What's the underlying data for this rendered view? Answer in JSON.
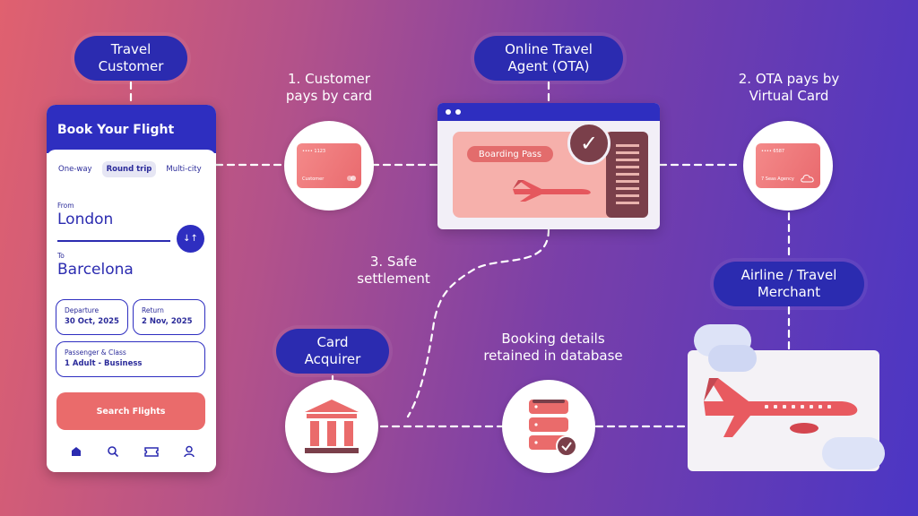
{
  "labels": {
    "travel_customer": "Travel\nCustomer",
    "ota": "Online Travel\nAgent (OTA)",
    "airline": "Airline / Travel\nMerchant",
    "card_acquirer": "Card\nAcquirer",
    "step1": "1. Customer\npays by card",
    "step2": "2. OTA pays by\nVirtual Card",
    "step3": "3. Safe\nsettlement",
    "booking": "Booking details\nretained in database"
  },
  "cards": {
    "customer_card_name": "Customer",
    "agency_card_name": "7 Seas Agency"
  },
  "phone": {
    "title": "Book Your Flight",
    "tabs": [
      "One-way",
      "Round trip",
      "Multi-city"
    ],
    "active_tab": "Round trip",
    "from_label": "From",
    "from_city": "London",
    "to_label": "To",
    "to_city": "Barcelona",
    "swap_icon": "↓↑",
    "departure_label": "Departure",
    "departure_date": "30 Oct, 2025",
    "return_label": "Return",
    "return_date": "2 Nov, 2025",
    "passenger_label": "Passenger & Class",
    "passenger_value": "1 Adult - Business",
    "search_button": "Search Flights",
    "nav_icons": [
      "home-icon",
      "search-icon",
      "ticket-icon",
      "profile-icon"
    ]
  },
  "ota_window": {
    "boarding_pass_label": "Boarding Pass"
  },
  "colors": {
    "navy": "#2e2ec0",
    "coral": "#ea6b6b",
    "maroon": "#7a3f4a"
  }
}
